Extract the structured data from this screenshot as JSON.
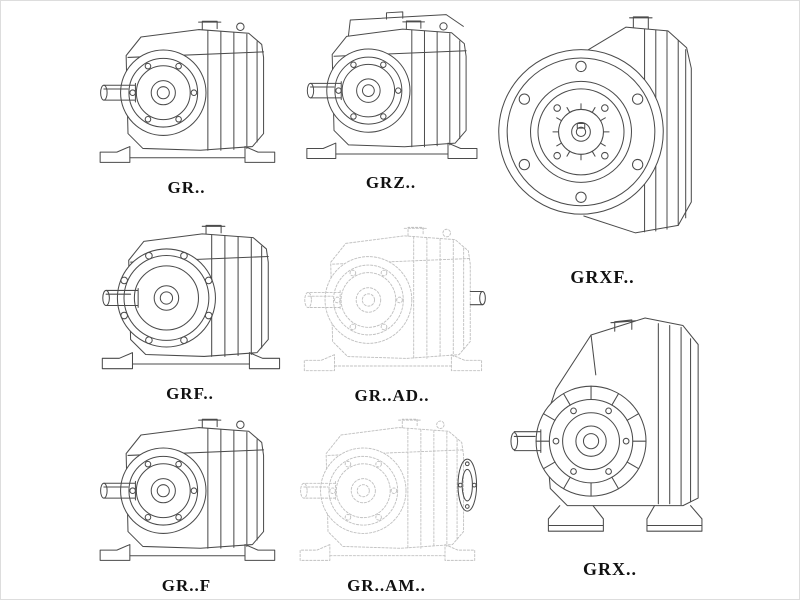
{
  "models": [
    {
      "id": "gr",
      "label": "GR.."
    },
    {
      "id": "grz",
      "label": "GRZ.."
    },
    {
      "id": "grxf",
      "label": "GRXF.."
    },
    {
      "id": "grf",
      "label": "GRF.."
    },
    {
      "id": "gr_ad",
      "label": "GR..AD.."
    },
    {
      "id": "gr_f",
      "label": "GR..F"
    },
    {
      "id": "gr_am",
      "label": "GR..AM.."
    },
    {
      "id": "grx",
      "label": "GRX.."
    }
  ],
  "style": {
    "ink_color": "#4b4b4b",
    "ghost_color": "#c1c1c1",
    "label_color": "#111111",
    "background": "#ffffff"
  }
}
